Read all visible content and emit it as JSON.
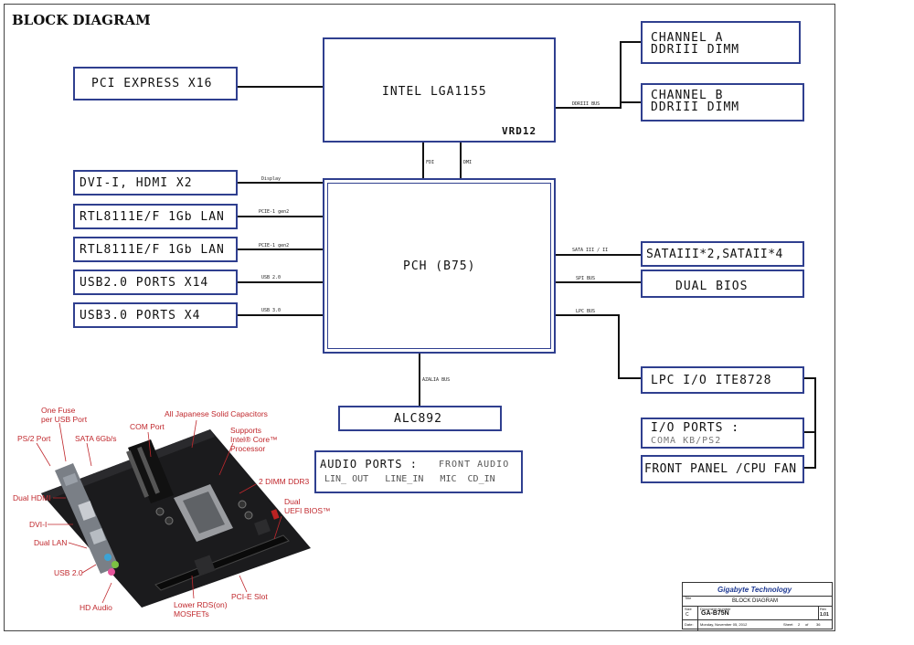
{
  "title": "BLOCK DIAGRAM",
  "blocks": {
    "cpu": "INTEL LGA1155",
    "vrd": "VRD12",
    "pch": "PCH (B75)",
    "pcie": "PCI EXPRESS X16",
    "dvi": "DVI-I, HDMI X2",
    "lan1": "RTL8111E/F 1Gb LAN",
    "lan2": "RTL8111E/F 1Gb LAN",
    "usb2": "USB2.0 PORTS X14",
    "usb3": "USB3.0 PORTS X4",
    "chan_a1": "CHANNEL A",
    "chan_a2": "DDRIII  DIMM",
    "chan_b1": "CHANNEL B",
    "chan_b2": "DDRIII DIMM",
    "sata": "SATAIII*2,SATAII*4",
    "bios": "DUAL BIOS",
    "lpc": "LPC I/O ITE8728",
    "io1": "I/O PORTS :",
    "io2": "COMA  KB/PS2",
    "fp": "FRONT PANEL /CPU FAN",
    "alc": "ALC892",
    "audio1": "AUDIO PORTS :",
    "audio2": "FRONT AUDIO",
    "audio3": "LIN_ OUT   LINE_IN   MIC  CD_IN"
  },
  "bus_labels": {
    "ddr": "DDRIII BUS",
    "fdi": "FDI",
    "dmi": "DMI",
    "display": "Display",
    "pcie1": "PCIE-1 gen2",
    "pcie2": "PCIE-1 gen2",
    "usb20": "USB 2.0",
    "usb30": "USB 3.0",
    "sata": "SATA III / II",
    "spi": "SPI BUS",
    "lpc": "LPC BUS",
    "azalia": "AZALIA BUS"
  },
  "callouts": {
    "one_fuse": "One Fuse\nper USB Port",
    "ps2": "PS/2 Port",
    "sata6": "SATA 6Gb/s",
    "com": "COM Port",
    "caps": "All Japanese Solid Capacitors",
    "supports": "Supports\nIntel® Core™\nProcessor",
    "dimm": "2 DIMM DDR3",
    "dual_hdmi": "Dual HDMI",
    "dual_uefi": "Dual\nUEFI BIOS™",
    "dvi": "DVI-I",
    "dual_lan": "Dual LAN",
    "usb20": "USB 2.0",
    "hd_audio": "HD Audio",
    "lower_rds": "Lower RDS(on)\nMOSFETs",
    "pcie_slot": "PCI-E Slot"
  },
  "title_block": {
    "company": "Gigabyte Technology",
    "title_label": "Title",
    "title": "BLOCK DIAGRAM",
    "size_label": "Size",
    "size": "C",
    "docnum_label": "Document Number",
    "docnum": "GA-B75N",
    "rev_label": "Rev",
    "rev": "1.01",
    "date_label": "Date:",
    "date": "Monday, November 05, 2012",
    "sheet_label": "Sheet",
    "sheet": "2",
    "of_label": "of",
    "of": "36"
  }
}
